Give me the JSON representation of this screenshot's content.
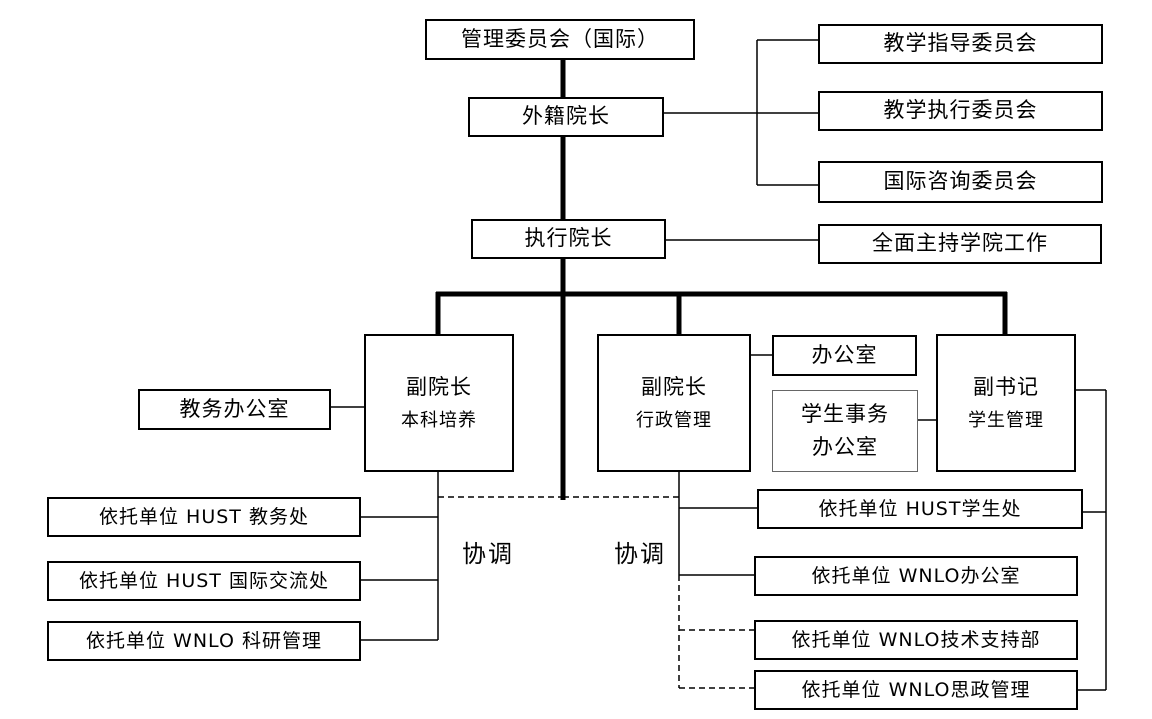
{
  "nodes": {
    "management_committee": "管理委员会（国际）",
    "foreign_dean": "外籍院长",
    "teaching_guidance_committee": "教学指导委员会",
    "teaching_execution_committee": "教学执行委员会",
    "international_advisory_committee": "国际咨询委员会",
    "executive_dean": "执行院长",
    "overall_work": "全面主持学院工作",
    "vice_dean_undergrad": {
      "title": "副院长",
      "subtitle": "本科培养"
    },
    "vice_dean_admin": {
      "title": "副院长",
      "subtitle": "行政管理"
    },
    "deputy_secretary": {
      "title": "副书记",
      "subtitle": "学生管理"
    },
    "academic_office": "教务办公室",
    "office": "办公室",
    "student_affairs_office": {
      "line1": "学生事务",
      "line2": "办公室"
    },
    "hust_academic_affairs": "依托单位 HUST 教务处",
    "hust_international_exchange": "依托单位 HUST 国际交流处",
    "wnlo_research_management": "依托单位 WNLO 科研管理",
    "hust_student_affairs": "依托单位 HUST学生处",
    "wnlo_office": "依托单位 WNLO办公室",
    "wnlo_tech_support": "依托单位 WNLO技术支持部",
    "wnlo_ideological_management": "依托单位 WNLO思政管理"
  },
  "annotations": {
    "coordinate_left": "协调",
    "coordinate_right": "协调"
  }
}
